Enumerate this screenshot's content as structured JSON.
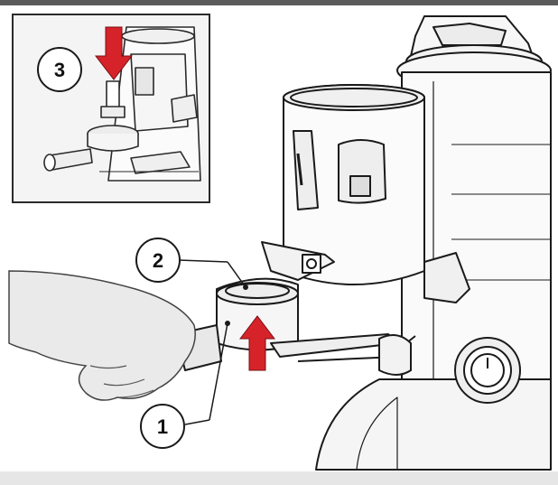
{
  "colors": {
    "line": "#1a1a1a",
    "arrow": "#d6232a",
    "skin": "#f0f0f0",
    "inset_bg": "#f4f4f4",
    "top_border": "#5a5a5a",
    "bottom_band": "#e6e6e6"
  },
  "callouts": [
    {
      "label": "1"
    },
    {
      "label": "2"
    },
    {
      "label": "3"
    }
  ]
}
